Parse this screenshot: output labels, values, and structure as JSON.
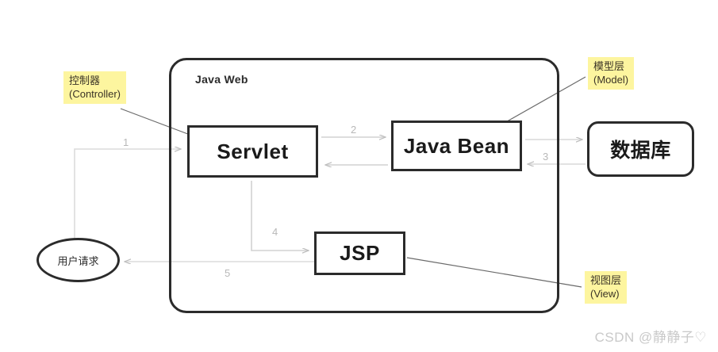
{
  "diagram": {
    "title": "Java Web",
    "container_label": "Java Web",
    "nodes": {
      "servlet": "Servlet",
      "java_bean": "Java Bean",
      "jsp": "JSP",
      "database": "数据库",
      "user_request": "用户请求"
    },
    "notes": {
      "controller": "控制器\n(Controller)",
      "model": "模型层\n(Model)",
      "view": "视图层\n(View)"
    },
    "flow_numbers": {
      "one": "1",
      "two": "2",
      "three": "3",
      "four": "4",
      "five": "5"
    },
    "colors": {
      "note_background": "#fdf59f",
      "stroke": "#2b2b2b",
      "arrow": "#bdbdbd",
      "leader_line": "#5a5a5a",
      "watermark": "#c9c9c9"
    }
  },
  "watermark": {
    "text": "CSDN @静静子♡"
  }
}
